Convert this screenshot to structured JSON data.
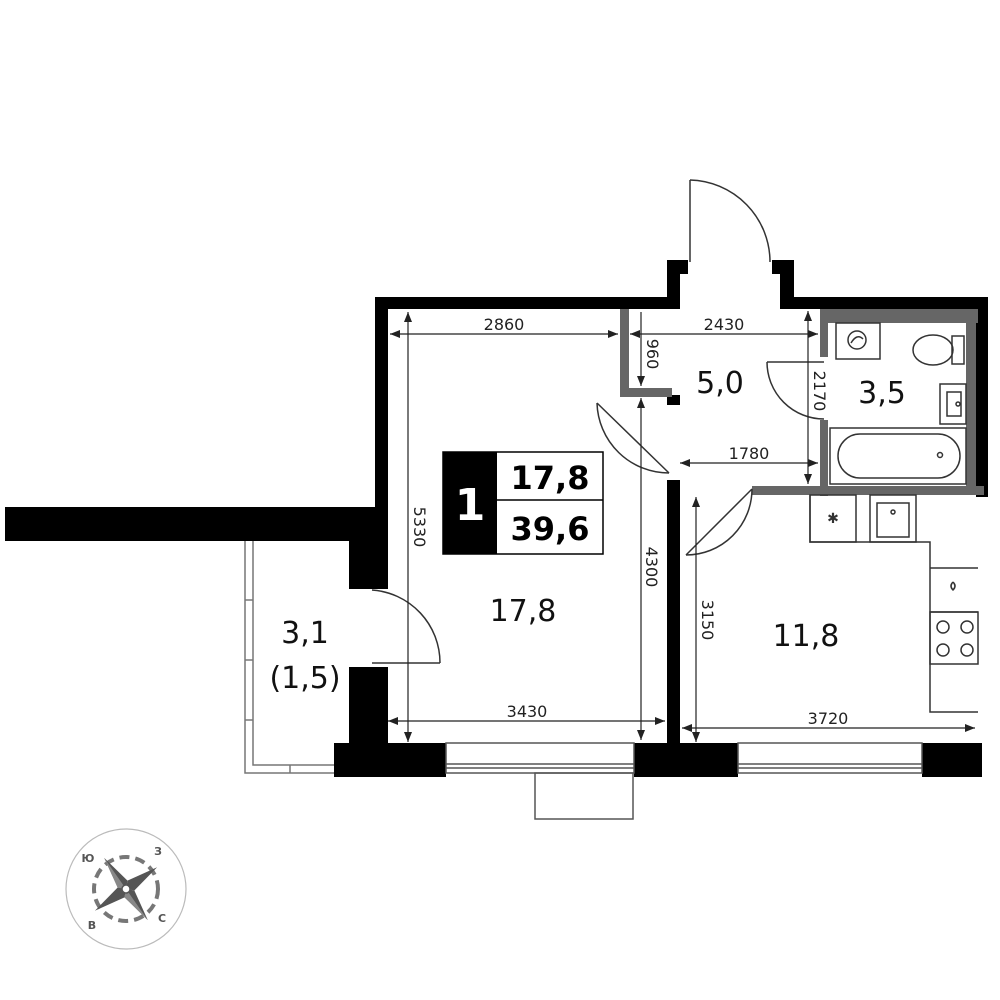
{
  "apartment": {
    "rooms_count": "1",
    "living_area": "17,8",
    "total_area": "39,6"
  },
  "rooms": {
    "living": "17,8",
    "hall": "5,0",
    "bathroom": "3,5",
    "kitchen": "11,8",
    "loggia": "3,1",
    "loggia_reduced": "(1,5)"
  },
  "dimensions": {
    "living_top": "2860",
    "living_height": "5330",
    "living_bottom": "3430",
    "living_right": "4300",
    "hall_top": "2430",
    "hall_left": "960",
    "hall_right": "2170",
    "hall_bottom": "1780",
    "kitchen_left": "3150",
    "kitchen_bottom": "3720"
  },
  "compass": {
    "north": "С",
    "south": "Ю",
    "east": "В",
    "west": "З"
  }
}
